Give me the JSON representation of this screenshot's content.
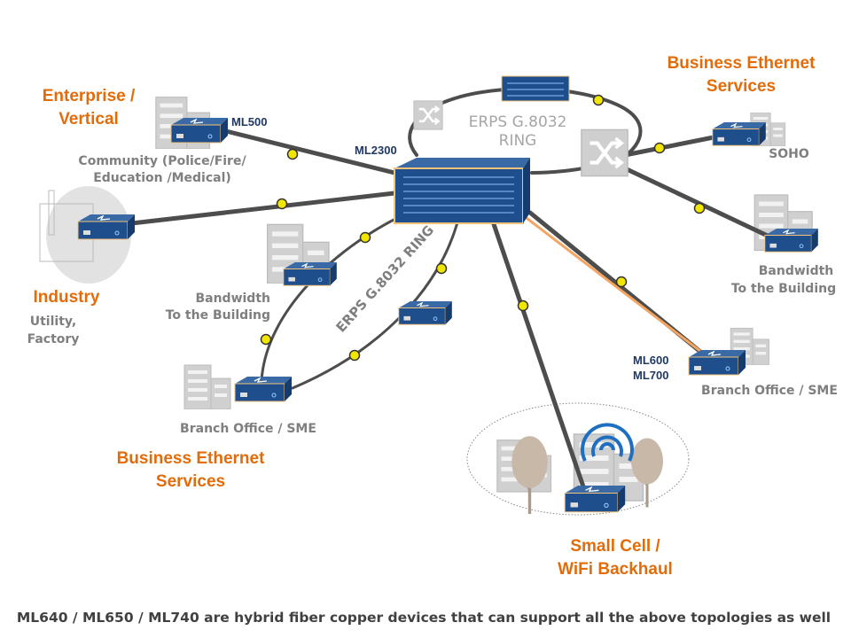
{
  "central_device": {
    "label": "ML2300"
  },
  "upper_ring": {
    "line1": "ERPS  G.8032",
    "line2": "RING"
  },
  "lower_ring": {
    "label": "ERPS  G.8032 RING"
  },
  "enterprise": {
    "title1": "Enterprise /",
    "title2": "Vertical",
    "device": "ML500",
    "desc1": "Community (Police/Fire/",
    "desc2": "Education /Medical)"
  },
  "industry": {
    "title": "Industry",
    "desc1": "Utility,",
    "desc2": "Factory"
  },
  "business_top": {
    "title1": "Business Ethernet",
    "title2": "Services",
    "soho": "SOHO",
    "bw1": "Bandwidth",
    "bw2": "To the Building"
  },
  "branch_right": {
    "device1": "ML600",
    "device2": "ML700",
    "label": "Branch Office / SME"
  },
  "left_building": {
    "bw1": "Bandwidth",
    "bw2": "To the Building"
  },
  "branch_left": {
    "label": "Branch Office / SME"
  },
  "business_bottom": {
    "title1": "Business Ethernet",
    "title2": "Services"
  },
  "small_cell": {
    "title1": "Small Cell /",
    "title2": "WiFi Backhaul"
  },
  "footer": "ML640 / ML650 / ML740 are hybrid fiber copper devices that can support all the above topologies as well",
  "colors": {
    "category_title": "#e36c0a",
    "device_label": "#1f3864",
    "device_body": "#1f4e8c",
    "connector": "#f2e600",
    "fiber_link": "#f4a460"
  },
  "icons": [
    "switch-icon",
    "network-device-icon",
    "building-icon",
    "factory-icon",
    "tree-icon",
    "wifi-icon"
  ]
}
